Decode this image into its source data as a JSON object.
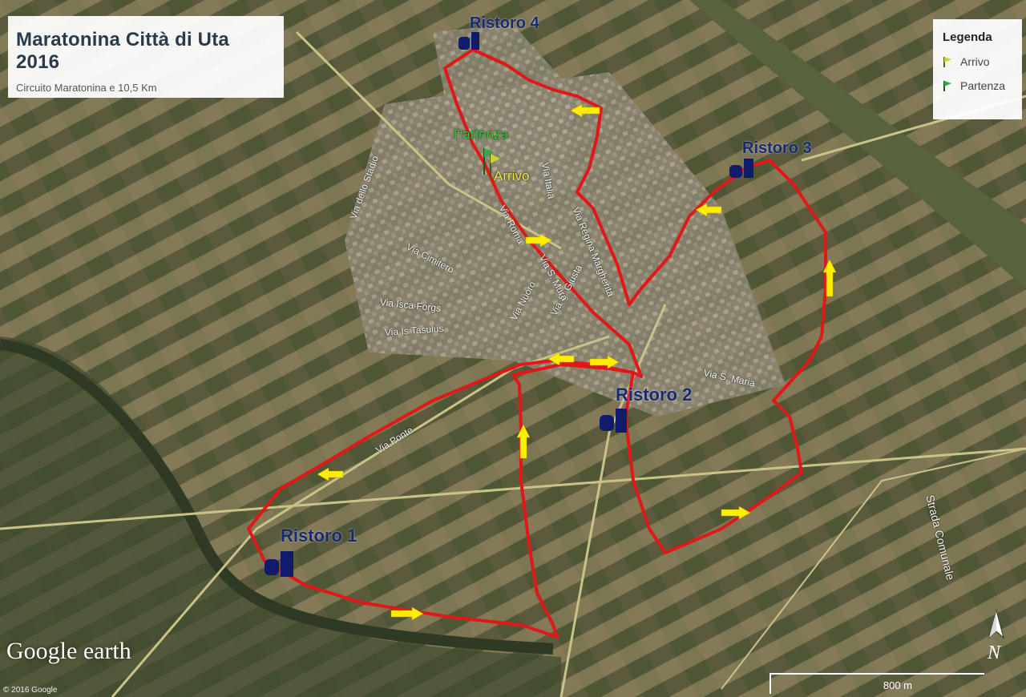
{
  "title": "Maratonina Città di Uta 2016",
  "subtitle": "Circuito Maratonina e 10,5 Km",
  "legend": {
    "title": "Legenda",
    "items": [
      {
        "label": "Arrivo",
        "color": "#c6d62a"
      },
      {
        "label": "Partenza",
        "color": "#2fa84a"
      }
    ]
  },
  "ristori": [
    "Ristoro 1",
    "Ristoro 2",
    "Ristoro 3",
    "Ristoro 4"
  ],
  "markers": {
    "partenza": "Partenza",
    "arrivo": "Arrivo"
  },
  "streets": [
    "Via Ponte",
    "Via Cimitero",
    "Via Isca Forgs",
    "Via Is Tasulus",
    "Via S. Maria",
    "Strada Comunale",
    "Via Nuoro",
    "Via S. Giusta",
    "Via S. Mura",
    "Via Regina Margherita",
    "Via Roma",
    "Via Italia",
    "Via dello Stadio"
  ],
  "attribution": {
    "logo": "Google earth",
    "copyright": "© 2016 Google"
  },
  "scale_label": "800 m",
  "north_label": "N",
  "colors": {
    "route": "#e01818",
    "arrow": "#ffee00",
    "ristoro_label": "#1a2a70"
  }
}
